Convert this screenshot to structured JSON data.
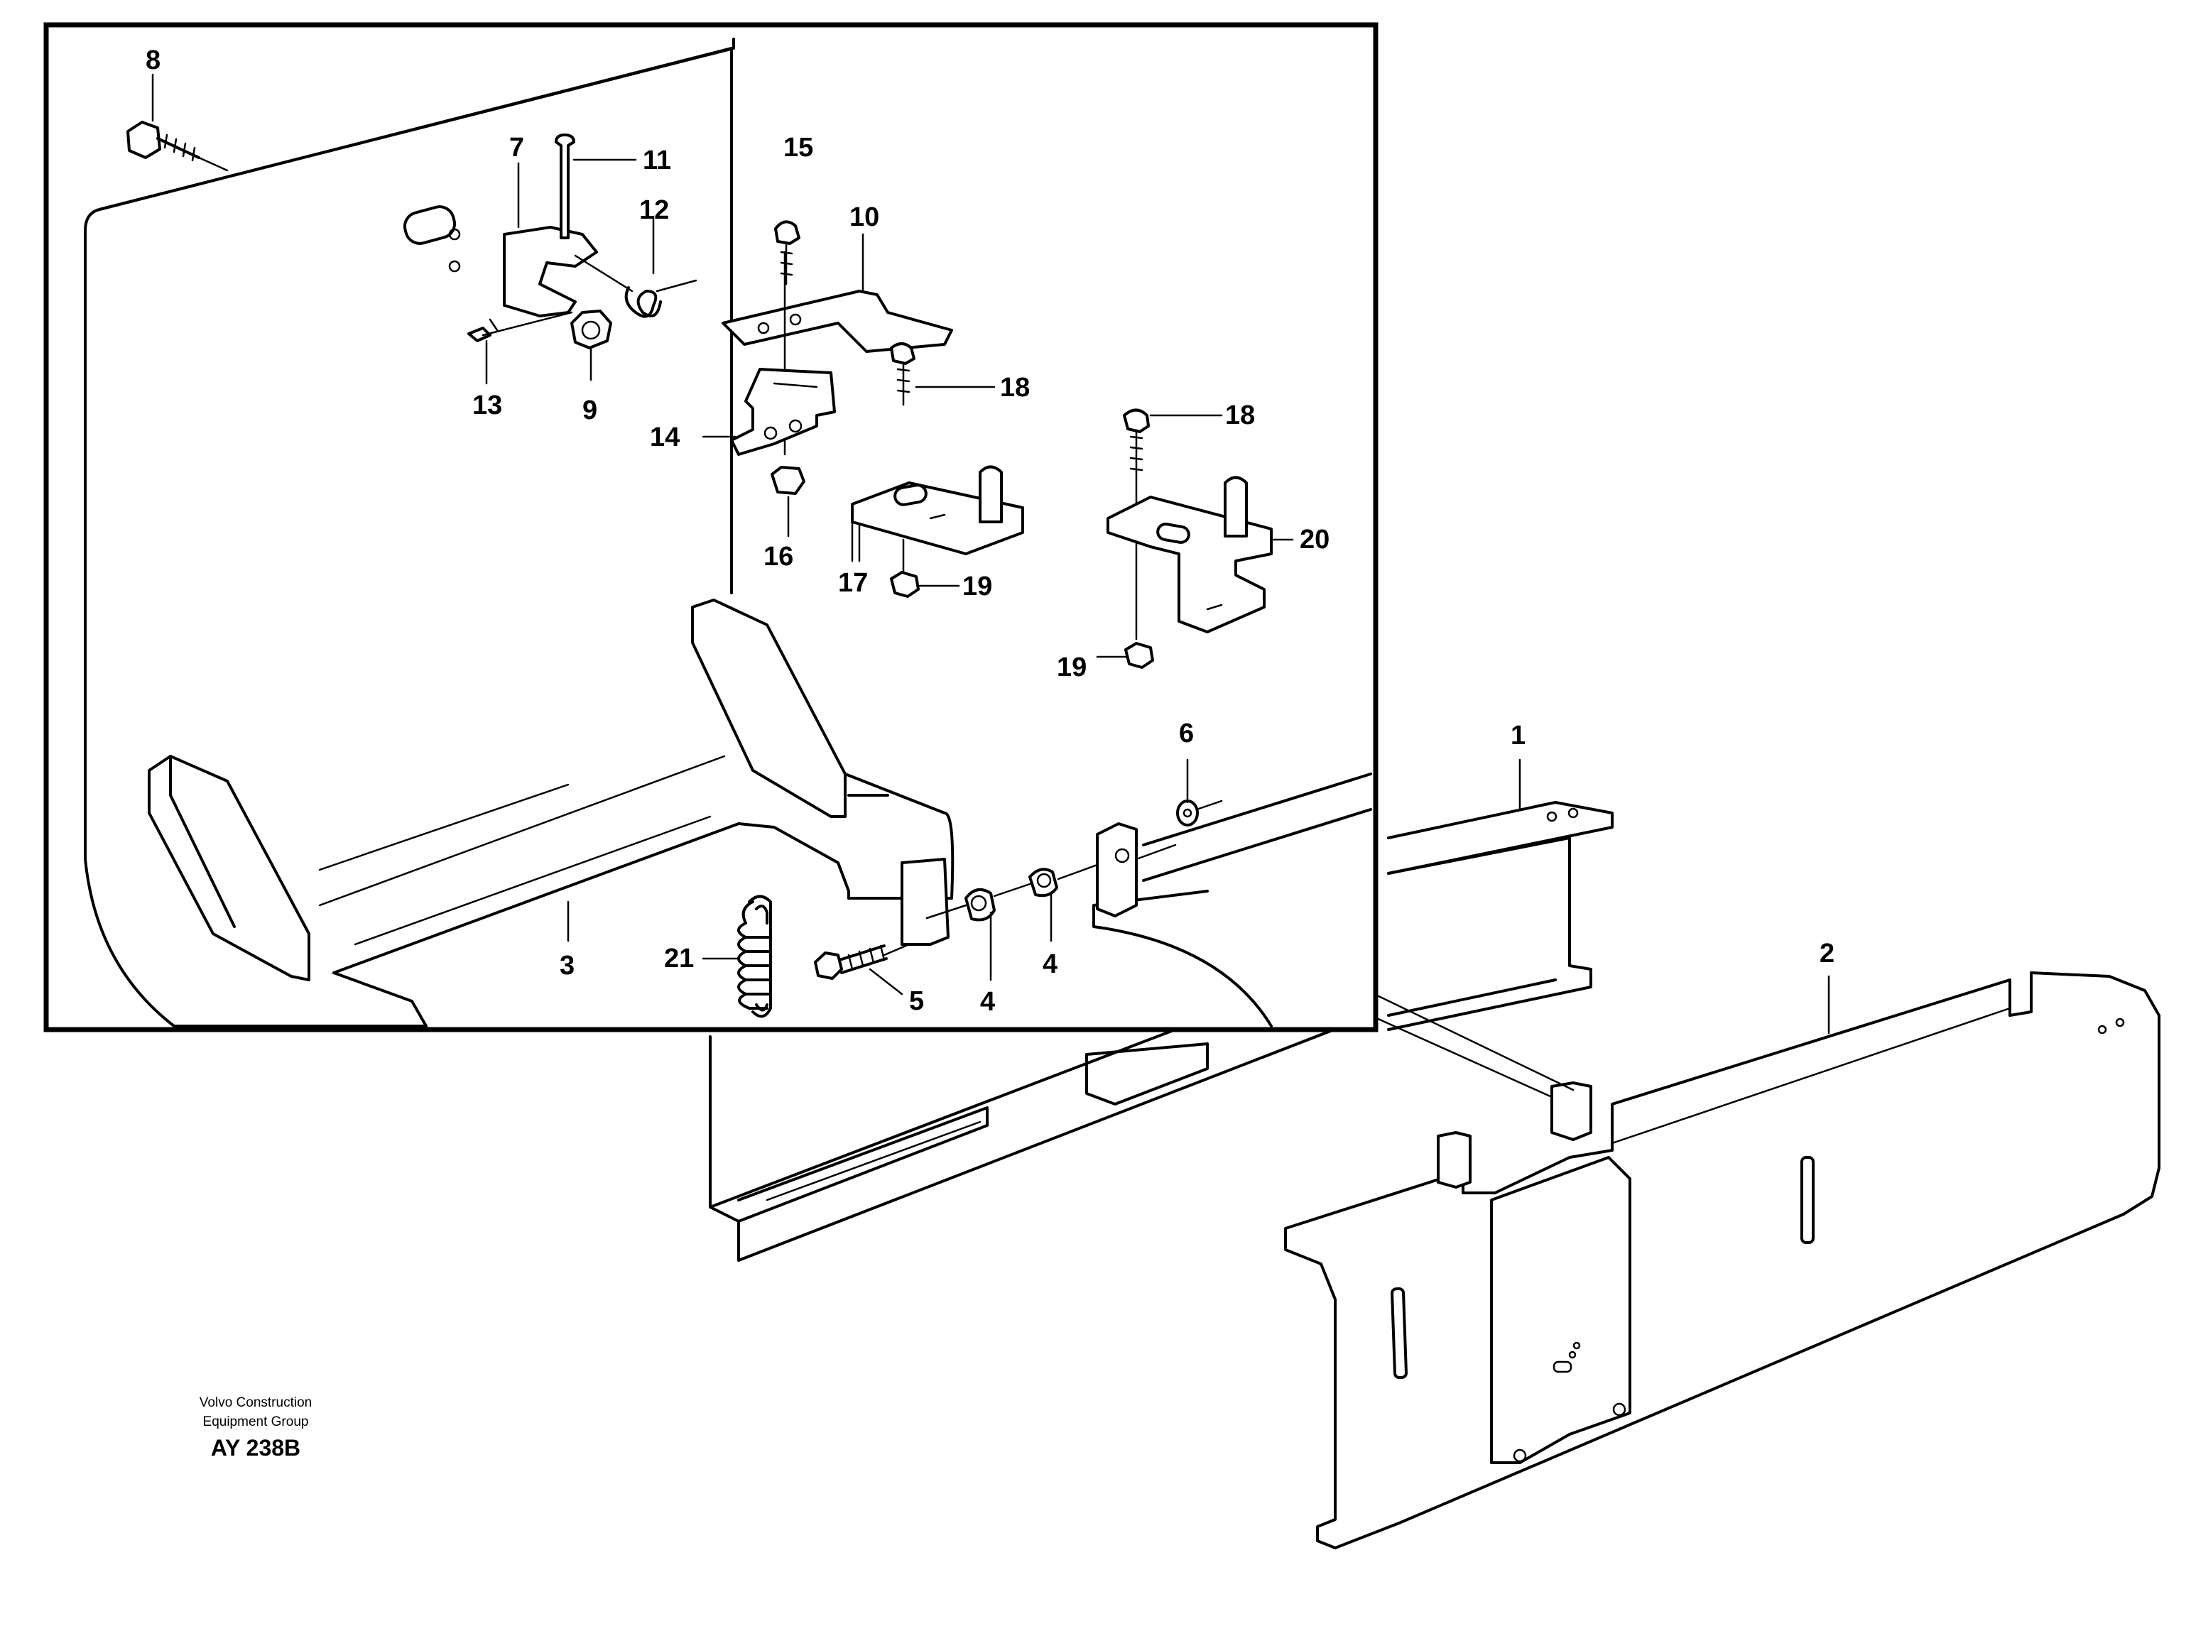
{
  "callouts": {
    "c1": "1",
    "c2": "2",
    "c3": "3",
    "c4a": "4",
    "c4b": "4",
    "c5": "5",
    "c6": "6",
    "c7": "7",
    "c8": "8",
    "c9": "9",
    "c10": "10",
    "c11": "11",
    "c12": "12",
    "c13": "13",
    "c14": "14",
    "c15": "15",
    "c16": "16",
    "c17": "17",
    "c18a": "18",
    "c18b": "18",
    "c19a": "19",
    "c19b": "19",
    "c20": "20",
    "c21": "21"
  },
  "credit": {
    "line1": "Volvo Construction",
    "line2": "Equipment Group",
    "code": "AY 238B"
  }
}
